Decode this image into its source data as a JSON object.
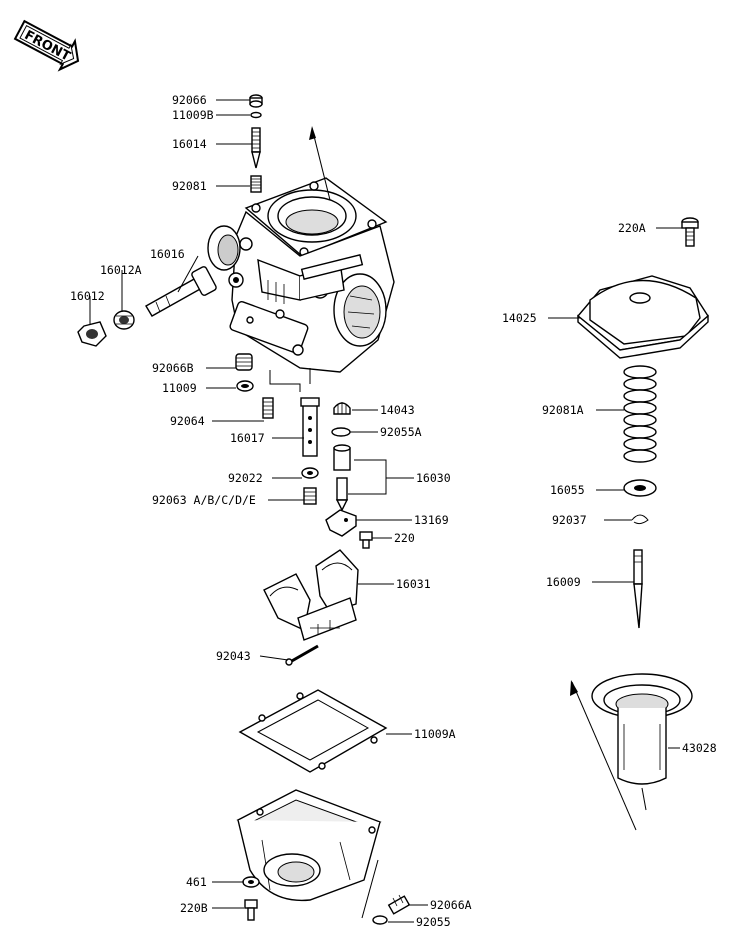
{
  "front_badge": "FRONT",
  "labels": {
    "p92066": "92066",
    "p11009B": "11009B",
    "p16014": "16014",
    "p92081": "92081",
    "p16016": "16016",
    "p16012A": "16012A",
    "p16012": "16012",
    "p92066B": "92066B",
    "p11009": "11009",
    "p92064": "92064",
    "p16017": "16017",
    "p14043": "14043",
    "p92055A": "92055A",
    "p92022": "92022",
    "p16030": "16030",
    "p92063": "92063 A/B/C/D/E",
    "p13169": "13169",
    "p220": "220",
    "p16031": "16031",
    "p92043": "92043",
    "p11009A": "11009A",
    "p461": "461",
    "p220B": "220B",
    "p92066A": "92066A",
    "p92055": "92055",
    "p220A": "220A",
    "p14025": "14025",
    "p92081A": "92081A",
    "p16055": "16055",
    "p92037": "92037",
    "p16009": "16009",
    "p43028": "43028"
  }
}
